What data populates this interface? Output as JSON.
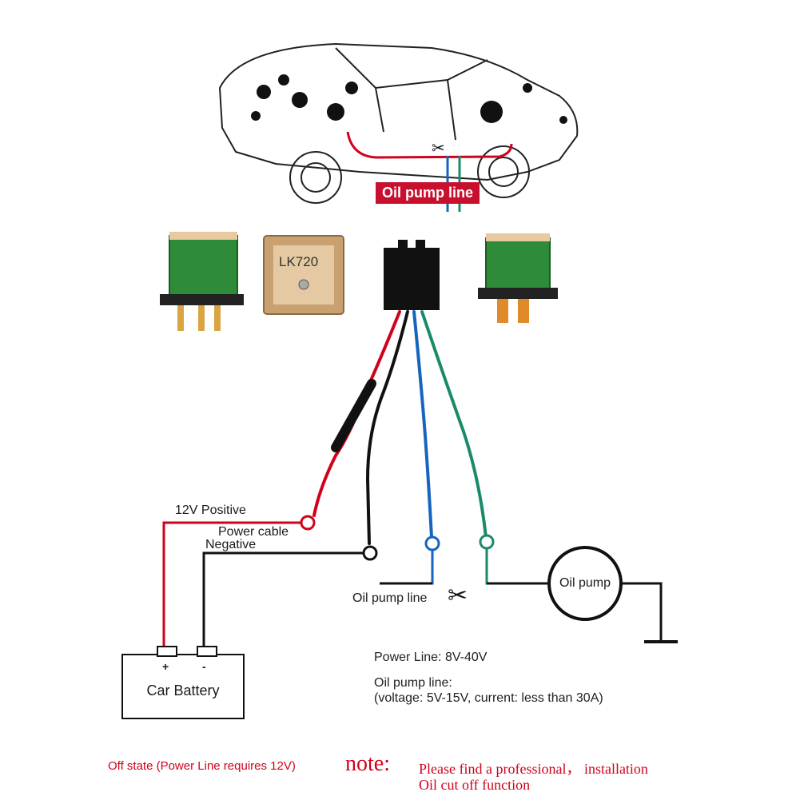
{
  "car": {
    "tag": "Oil pump line"
  },
  "device": {
    "gps_label": "LK720"
  },
  "wiring": {
    "positive": "12V Positive",
    "power_cable": "Power cable",
    "negative": "Negative",
    "oil_pump_line": "Oil pump line"
  },
  "battery": {
    "label": "Car Battery",
    "plus": "+",
    "minus": "-"
  },
  "pump": {
    "label": "Oil pump"
  },
  "specs": {
    "power_line": "Power Line: 8V-40V",
    "oil_line_title": "Oil pump line:",
    "oil_line_detail": "(voltage: 5V-15V, current: less than 30A)"
  },
  "footer": {
    "off_state": "Off state (Power Line requires 12V)",
    "note": "note:",
    "install_1": "Please find a professional， installation",
    "install_2": "Oil cut off function"
  },
  "colors": {
    "red": "#d0021b",
    "blue": "#1565c0",
    "green": "#1a8a6b",
    "black": "#111111"
  }
}
